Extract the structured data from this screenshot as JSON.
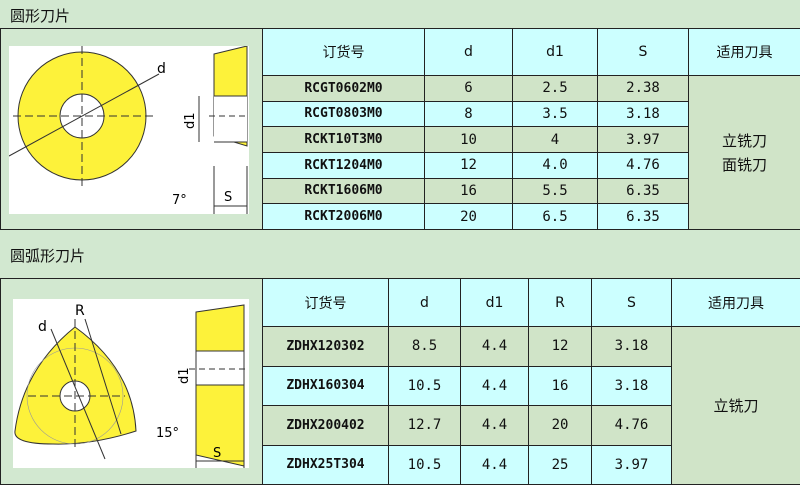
{
  "sections": [
    {
      "title": "圆形刀片",
      "headers": [
        "订货号",
        "d",
        "d1",
        "S",
        "适用刀具"
      ],
      "rows": [
        [
          "RCGT0602M0",
          "6",
          "2.5",
          "2.38"
        ],
        [
          "RCGT0803M0",
          "8",
          "3.5",
          "3.18"
        ],
        [
          "RCKT10T3M0",
          "10",
          "4",
          "3.97"
        ],
        [
          "RCKT1204M0",
          "12",
          "4.0",
          "4.76"
        ],
        [
          "RCKT1606M0",
          "16",
          "5.5",
          "6.35"
        ],
        [
          "RCKT2006M0",
          "20",
          "6.5",
          "6.35"
        ]
      ],
      "tool": [
        "立铣刀",
        "面铣刀"
      ],
      "diagram_labels": {
        "d": "d",
        "d1": "d1",
        "angle": "7°",
        "s": "S"
      }
    },
    {
      "title": "圆弧形刀片",
      "headers": [
        "订货号",
        "d",
        "d1",
        "R",
        "S",
        "适用刀具"
      ],
      "rows": [
        [
          "ZDHX120302",
          "8.5",
          "4.4",
          "12",
          "3.18"
        ],
        [
          "ZDHX160304",
          "10.5",
          "4.4",
          "16",
          "3.18"
        ],
        [
          "ZDHX200402",
          "12.7",
          "4.4",
          "20",
          "4.76"
        ],
        [
          "ZDHX25T304",
          "10.5",
          "4.4",
          "25",
          "3.97"
        ]
      ],
      "tool": [
        "立铣刀"
      ],
      "diagram_labels": {
        "d": "d",
        "r": "R",
        "d1": "d1",
        "angle": "15°",
        "s": "S"
      }
    }
  ]
}
